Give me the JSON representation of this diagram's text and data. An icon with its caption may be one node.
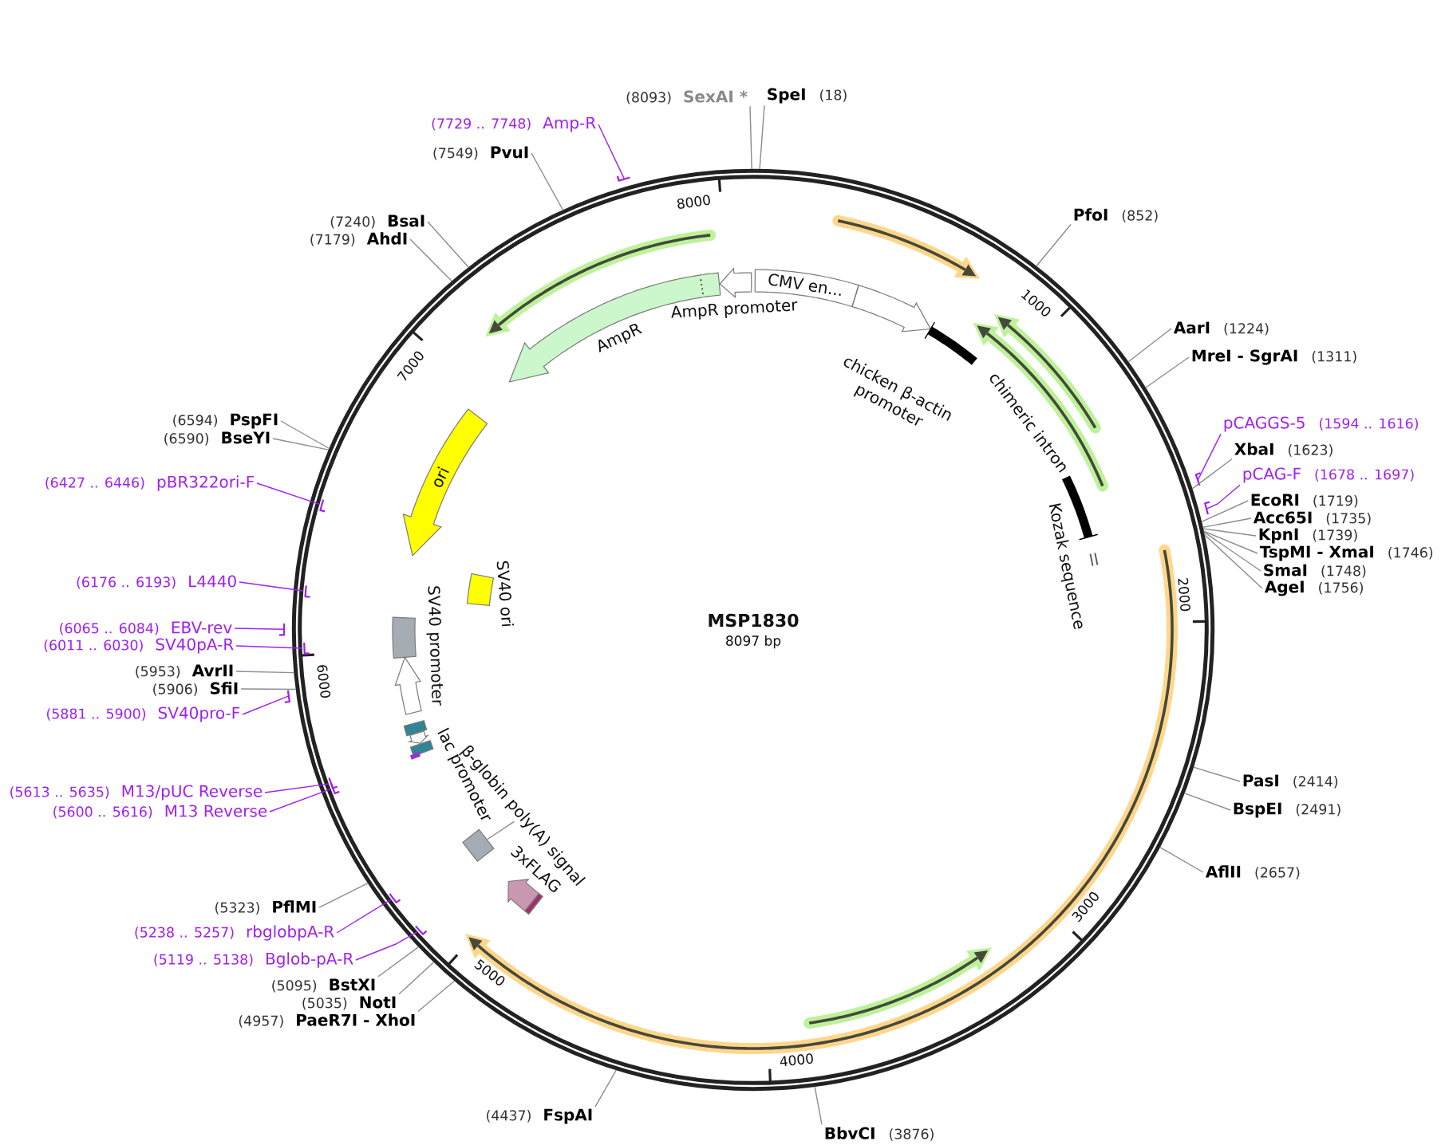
{
  "diagram": {
    "title": "MSP1830",
    "nodes": [
      {
        "text": [
          "CMV en..."
        ]
      },
      {
        "text": [
          "chicken β-actin promoter"
        ]
      },
      {
        "text": [
          "chimeric intron"
        ]
      },
      {
        "text": [
          "Kozak sequence"
        ]
      },
      {
        "text": [
          "3xFLAG"
        ]
      },
      {
        "text": [
          "β-globin poly(A) signal"
        ]
      },
      {
        "text": [],
        "shape": "box"
      },
      {
        "text": [
          "lac promoter"
        ]
      },
      {
        "text": [
          "SV40 ori"
        ]
      },
      {
        "text": [
          "SV40 promoter"
        ]
      },
      {
        "text": [
          "ori"
        ]
      },
      {
        "text": [
          "AmpR"
        ]
      },
      {
        "text": [
          "AmpR promoter"
        ]
      },
      {
        "text": [
          "SpeI",
          "(18)"
        ]
      },
      {
        "text": [
          "PfoI",
          "(852)"
        ]
      },
      {
        "text": [
          "AarI",
          "(1224)"
        ]
      },
      {
        "text": [
          "MreI - SgrAI",
          "(1311)"
        ]
      },
      {
        "text": [
          "pCAGGS-5",
          "(1594 .. 1616)"
        ]
      },
      {
        "text": [
          "XbaI",
          "(1623)"
        ]
      },
      {
        "text": [
          "pCAG-F",
          "(1678 .. 1697)"
        ]
      },
      {
        "text": [
          "EcoRI",
          "(1719)"
        ]
      },
      {
        "text": [
          "Acc65I",
          "(1735)"
        ]
      },
      {
        "text": [
          "KpnI",
          "(1739)"
        ]
      },
      {
        "text": [
          "TspMI - XmaI",
          "(1746)"
        ]
      },
      {
        "text": [
          "SmaI",
          "(1748)"
        ]
      },
      {
        "text": [
          "AgeI",
          "(1756)"
        ]
      },
      {
        "text": [
          "PasI",
          "(2414)"
        ]
      },
      {
        "text": [
          "BspEI",
          "(2491)"
        ]
      },
      {
        "text": [
          "AflII",
          "(2657)"
        ]
      },
      {
        "text": [
          "BbvCI",
          "(3876)"
        ]
      },
      {
        "text": [
          "(4437)",
          "FspAI"
        ]
      },
      {
        "text": [
          "(4957)",
          "PaeR7I - XhoI"
        ]
      },
      {
        "text": [
          "(5035)",
          "NotI"
        ]
      },
      {
        "text": [
          "(5095)",
          "BstXI"
        ]
      },
      {
        "text": [
          "(5119 .. 5138)",
          "Bglob-pA-R"
        ]
      },
      {
        "text": [
          "(5238 .. 5257)",
          "rbglobpA-R"
        ]
      },
      {
        "text": [
          "(5323)",
          "PflMI"
        ]
      },
      {
        "text": [
          "(5600 .. 5616)",
          "M13 Reverse"
        ]
      },
      {
        "text": [
          "(5613 .. 5635)",
          "M13/pUC Reverse"
        ]
      },
      {
        "text": [
          "(5881 .. 5900)",
          "SV40pro-F"
        ]
      },
      {
        "text": [
          "(5906)",
          "SfiI"
        ]
      },
      {
        "text": [
          "(5953)",
          "AvrII"
        ]
      },
      {
        "text": [
          "(6011 .. 6030)",
          "SV40pA-R"
        ]
      },
      {
        "text": [
          "(6065 .. 6084)",
          "EBV-rev"
        ]
      },
      {
        "text": [
          "(6176 .. 6193)",
          "L4440"
        ]
      },
      {
        "text": [
          "(6427 .. 6446)",
          "pBR322ori-F"
        ]
      },
      {
        "text": [
          "(6590)",
          "BseYI"
        ]
      },
      {
        "text": [
          "(6594)",
          "PspFI"
        ]
      },
      {
        "text": [
          "(7179)",
          "AhdI"
        ]
      },
      {
        "text": [
          "(7240)",
          "BsaI"
        ]
      },
      {
        "text": [
          "(7549)",
          "PvuI"
        ]
      },
      {
        "text": [
          "(7729 .. 7748)",
          "Amp-R"
        ]
      },
      {
        "text": [
          "(8093)",
          "SexAI *"
        ]
      }
    ],
    "edges": [
      {
        "from": 5,
        "to": 6,
        "arrow": "none"
      },
      {
        "from": 13,
        "to": null,
        "arrow": "none"
      },
      {
        "from": 14,
        "to": null,
        "arrow": "none"
      },
      {
        "from": 15,
        "to": null,
        "arrow": "none"
      },
      {
        "from": 16,
        "to": null,
        "arrow": "none"
      },
      {
        "from": 17,
        "to": null,
        "arrow": "none",
        "color": "#a020f0"
      },
      {
        "from": 18,
        "to": null,
        "arrow": "none"
      },
      {
        "from": 19,
        "to": null,
        "arrow": "none",
        "color": "#a020f0"
      },
      {
        "from": 20,
        "to": null,
        "arrow": "none"
      },
      {
        "from": 21,
        "to": null,
        "arrow": "none"
      },
      {
        "from": 22,
        "to": null,
        "arrow": "none"
      },
      {
        "from": 23,
        "to": null,
        "arrow": "none"
      },
      {
        "from": 24,
        "to": null,
        "arrow": "none"
      },
      {
        "from": 25,
        "to": null,
        "arrow": "none"
      },
      {
        "from": 26,
        "to": null,
        "arrow": "none"
      },
      {
        "from": 27,
        "to": null,
        "arrow": "none"
      },
      {
        "from": 28,
        "to": null,
        "arrow": "none"
      },
      {
        "from": 29,
        "to": null,
        "arrow": "none"
      },
      {
        "from": 30,
        "to": null,
        "arrow": "none"
      },
      {
        "from": 31,
        "to": null,
        "arrow": "none"
      },
      {
        "from": 32,
        "to": null,
        "arrow": "none"
      },
      {
        "from": 33,
        "to": null,
        "arrow": "none"
      },
      {
        "from": 34,
        "to": null,
        "arrow": "none",
        "color": "#a020f0"
      },
      {
        "from": 35,
        "to": null,
        "arrow": "none",
        "color": "#a020f0"
      },
      {
        "from": 36,
        "to": null,
        "arrow": "none"
      },
      {
        "from": 37,
        "to": null,
        "arrow": "none",
        "color": "#a020f0"
      },
      {
        "from": 38,
        "to": null,
        "arrow": "none",
        "color": "#a020f0"
      },
      {
        "from": 39,
        "to": null,
        "arrow": "none",
        "color": "#a020f0"
      },
      {
        "from": 40,
        "to": null,
        "arrow": "none"
      },
      {
        "from": 41,
        "to": null,
        "arrow": "none"
      },
      {
        "from": 42,
        "to": null,
        "arrow": "none",
        "color": "#a020f0"
      },
      {
        "from": 43,
        "to": null,
        "arrow": "none",
        "color": "#a020f0"
      },
      {
        "from": 44,
        "to": null,
        "arrow": "none",
        "color": "#a020f0"
      },
      {
        "from": 45,
        "to": null,
        "arrow": "none",
        "color": "#a020f0"
      },
      {
        "from": 46,
        "to": null,
        "arrow": "none"
      },
      {
        "from": 47,
        "to": null,
        "arrow": "none"
      },
      {
        "from": 48,
        "to": null,
        "arrow": "none"
      },
      {
        "from": 49,
        "to": null,
        "arrow": "none"
      },
      {
        "from": 50,
        "to": null,
        "arrow": "none"
      },
      {
        "from": 51,
        "to": null,
        "arrow": "none",
        "color": "#a020f0"
      },
      {
        "from": 52,
        "to": null,
        "arrow": "none"
      }
    ],
    "labels": [
      "8097 bp",
      "1000",
      "2000",
      "3000",
      "4000",
      "5000",
      "6000",
      "7000",
      "8000"
    ]
  }
}
